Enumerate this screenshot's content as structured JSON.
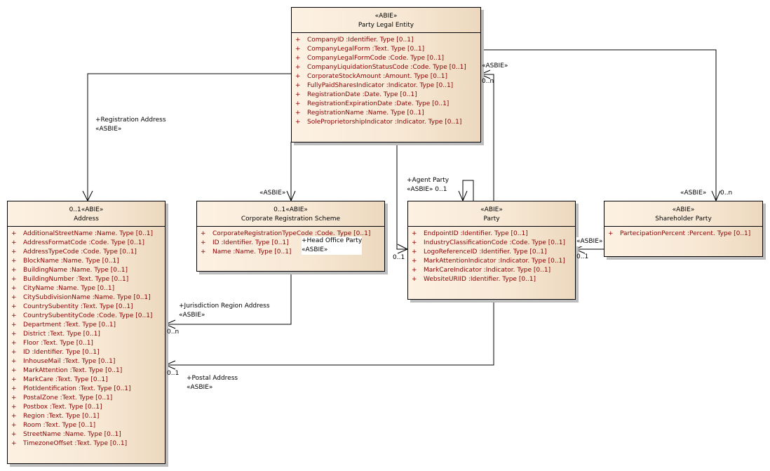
{
  "classes": {
    "party_legal_entity": {
      "stereotype": "«ABIE»",
      "name": "Party Legal Entity",
      "attributes": [
        {
          "vis": "+",
          "text": "CompanyID  :Identifier. Type [0..1]"
        },
        {
          "vis": "+",
          "text": "CompanyLegalForm  :Text. Type [0..1]"
        },
        {
          "vis": "+",
          "text": "CompanyLegalFormCode  :Code. Type [0..1]"
        },
        {
          "vis": "+",
          "text": "CompanyLiquidationStatusCode  :Code. Type [0..1]"
        },
        {
          "vis": "+",
          "text": "CorporateStockAmount  :Amount. Type [0..1]"
        },
        {
          "vis": "+",
          "text": "FullyPaidSharesIndicator  :Indicator. Type [0..1]"
        },
        {
          "vis": "+",
          "text": "RegistrationDate  :Date. Type [0..1]"
        },
        {
          "vis": "+",
          "text": "RegistrationExpirationDate  :Date. Type [0..1]"
        },
        {
          "vis": "+",
          "text": "RegistrationName  :Name. Type [0..1]"
        },
        {
          "vis": "+",
          "text": "SoleProprietorshipIndicator  :Indicator. Type [0..1]"
        }
      ]
    },
    "address": {
      "stereotype": "0..1«ABIE»",
      "name": "Address",
      "attributes": [
        {
          "vis": "+",
          "text": "AdditionalStreetName  :Name. Type [0..1]"
        },
        {
          "vis": "+",
          "text": "AddressFormatCode  :Code. Type [0..1]"
        },
        {
          "vis": "+",
          "text": "AddressTypeCode  :Code. Type [0..1]"
        },
        {
          "vis": "+",
          "text": "BlockName  :Name. Type [0..1]"
        },
        {
          "vis": "+",
          "text": "BuildingName  :Name. Type [0..1]"
        },
        {
          "vis": "+",
          "text": "BuildingNumber  :Text. Type [0..1]"
        },
        {
          "vis": "+",
          "text": "CityName  :Name. Type [0..1]"
        },
        {
          "vis": "+",
          "text": "CitySubdivisionName  :Name. Type [0..1]"
        },
        {
          "vis": "+",
          "text": "CountrySubentity  :Text. Type [0..1]"
        },
        {
          "vis": "+",
          "text": "CountrySubentityCode  :Code. Type [0..1]"
        },
        {
          "vis": "+",
          "text": "Department  :Text. Type [0..1]"
        },
        {
          "vis": "+",
          "text": "District  :Text. Type [0..1]"
        },
        {
          "vis": "+",
          "text": "Floor  :Text. Type [0..1]"
        },
        {
          "vis": "+",
          "text": "ID  :Identifier. Type [0..1]"
        },
        {
          "vis": "+",
          "text": "InhouseMail  :Text. Type [0..1]"
        },
        {
          "vis": "+",
          "text": "MarkAttention  :Text. Type [0..1]"
        },
        {
          "vis": "+",
          "text": "MarkCare  :Text. Type [0..1]"
        },
        {
          "vis": "+",
          "text": "PlotIdentification  :Text. Type [0..1]"
        },
        {
          "vis": "+",
          "text": "PostalZone  :Text. Type [0..1]"
        },
        {
          "vis": "+",
          "text": "Postbox  :Text. Type [0..1]"
        },
        {
          "vis": "+",
          "text": "Region  :Text. Type [0..1]"
        },
        {
          "vis": "+",
          "text": "Room  :Text. Type [0..1]"
        },
        {
          "vis": "+",
          "text": "StreetName  :Name. Type [0..1]"
        },
        {
          "vis": "+",
          "text": "TimezoneOffset  :Text. Type [0..1]"
        }
      ]
    },
    "corporate_registration_scheme": {
      "stereotype": "0..1«ABIE»",
      "name": "Corporate Registration Scheme",
      "attributes": [
        {
          "vis": "+",
          "text": "CorporateRegistrationTypeCode  :Code. Type [0..1]"
        },
        {
          "vis": "+",
          "text": "ID  :Identifier. Type [0..1]"
        },
        {
          "vis": "+",
          "text": "Name  :Name. Type [0..1]"
        }
      ]
    },
    "party": {
      "stereotype": "«ABIE»",
      "name": "Party",
      "attributes": [
        {
          "vis": "+",
          "text": "EndpointID  :Identifier. Type [0..1]"
        },
        {
          "vis": "+",
          "text": "IndustryClassificationCode  :Code. Type [0..1]"
        },
        {
          "vis": "+",
          "text": "LogoReferenceID  :Identifier. Type [0..1]"
        },
        {
          "vis": "+",
          "text": "MarkAttentionIndicator  :Indicator. Type [0..1]"
        },
        {
          "vis": "+",
          "text": "MarkCareIndicator  :Indicator. Type [0..1]"
        },
        {
          "vis": "+",
          "text": "WebsiteURIID  :Identifier. Type [0..1]"
        }
      ]
    },
    "shareholder_party": {
      "stereotype": "«ABIE»",
      "name": "Shareholder Party",
      "attributes": [
        {
          "vis": "+",
          "text": "PartecipationPercent  :Percent. Type [0..1]"
        }
      ]
    }
  },
  "associations": {
    "registration_address": {
      "role": "+Registration Address",
      "stereotype": "«ASBIE»"
    },
    "corporate_registration": {
      "stereotype": "«ASBIE»"
    },
    "head_office_party": {
      "role": "+Head Office Party",
      "stereotype": "«ASBIE»",
      "multiplicity": "0..1"
    },
    "agent_party": {
      "role": "+Agent Party",
      "stereotype": "«ASBIE» 0..1"
    },
    "party_self": {
      "stereotype": "«ASBIE»",
      "multiplicity": "0..n"
    },
    "shareholder_party": {
      "stereotype": "«ASBIE»",
      "multiplicity": "0..n"
    },
    "shareholder_to_party": {
      "stereotype": "«ASBIE»",
      "multiplicity": "0..1"
    },
    "jurisdiction_region_address": {
      "role": "+Jurisdiction Region Address",
      "stereotype": "«ASBIE»",
      "multiplicity": "0..n"
    },
    "postal_address": {
      "role": "+Postal Address",
      "stereotype": "«ASBIE»",
      "multiplicity": "0..1"
    }
  }
}
